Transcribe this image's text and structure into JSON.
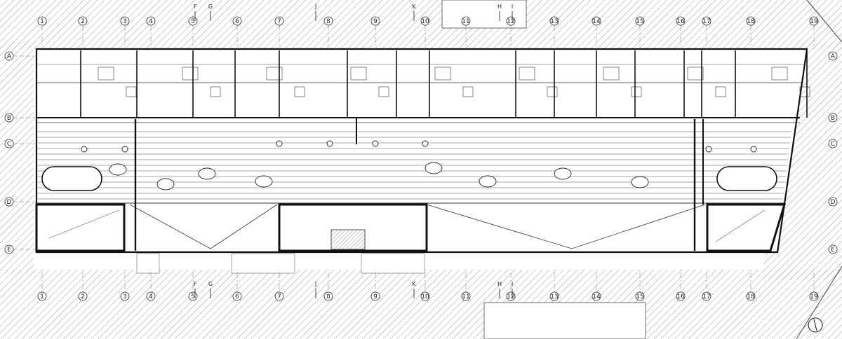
{
  "grid": {
    "columns": [
      "1",
      "2",
      "3",
      "4",
      "5",
      "6",
      "7",
      "8",
      "9",
      "10",
      "11",
      "12",
      "13",
      "14",
      "15",
      "16",
      "17",
      "18",
      "19"
    ],
    "rows_left": [
      "A",
      "B",
      "C",
      "D",
      "E"
    ],
    "rows_right": [
      "A",
      "B",
      "C",
      "D",
      "E"
    ]
  },
  "sections": [
    "F",
    "G",
    "J",
    "K",
    "H",
    "I"
  ],
  "counts": {
    "columns": 19,
    "rows": 5
  },
  "north_symbol": "north-arrow"
}
